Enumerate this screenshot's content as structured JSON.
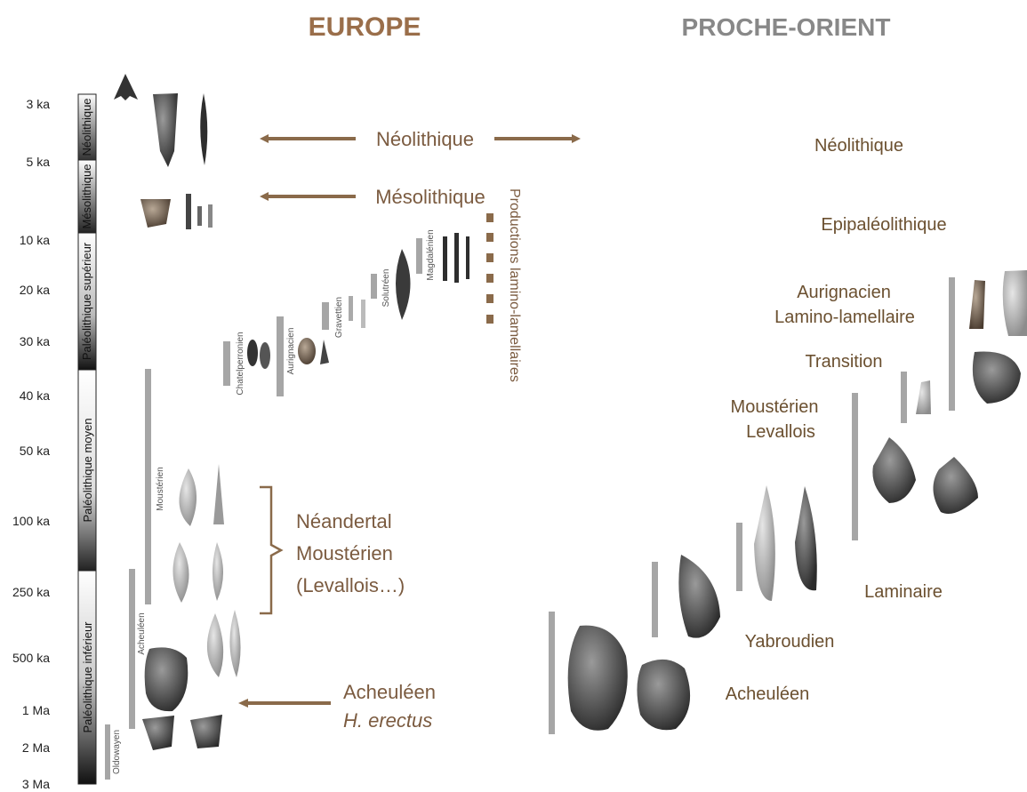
{
  "headers": {
    "europe": "EUROPE",
    "proche_orient": "PROCHE-ORIENT"
  },
  "colors": {
    "brown": "#8a6a4a",
    "header_brown": "#9a6e4a",
    "grey_bar": "#a6a6a6",
    "header_grey": "#888888"
  },
  "time_ticks": [
    "3 ka",
    "5 ka",
    "10 ka",
    "20 ka",
    "30 ka",
    "40 ka",
    "50 ka",
    "100 ka",
    "250 ka",
    "500 ka",
    "1 Ma",
    "2 Ma",
    "3 Ma"
  ],
  "periods": [
    "Néolithique",
    "Mésolithique",
    "Paléolithique supérieur",
    "Paléolithique moyen",
    "Paléolithique inférieur"
  ],
  "europe": {
    "cultures": [
      "Oldowayen",
      "Acheuléen",
      "Moustérien",
      "Chatelperronien",
      "Aurignacien",
      "Gravettien",
      "Solutréen",
      "Magdalénien"
    ],
    "arrow_neolithique": "Néolithique",
    "arrow_mesolithique": "Mésolithique",
    "productions": "Productions lamino-lamellaires",
    "neandertal": [
      "Néandertal",
      "Moustérien",
      "(Levallois…)"
    ],
    "acheuleen": "Acheuléen",
    "erectus": "H. erectus"
  },
  "proche_orient": {
    "neolithique": "Néolithique",
    "epipaleo": "Epipaléolithique",
    "aurignacien": [
      "Aurignacien",
      "Lamino-lamellaire"
    ],
    "transition": "Transition",
    "mousterien": [
      "Moustérien",
      "Levallois"
    ],
    "laminaire": "Laminaire",
    "yabroudien": "Yabroudien",
    "acheuleen": "Acheuléen"
  },
  "icons": [
    "arrowhead-icon",
    "stone-tool-icon"
  ]
}
